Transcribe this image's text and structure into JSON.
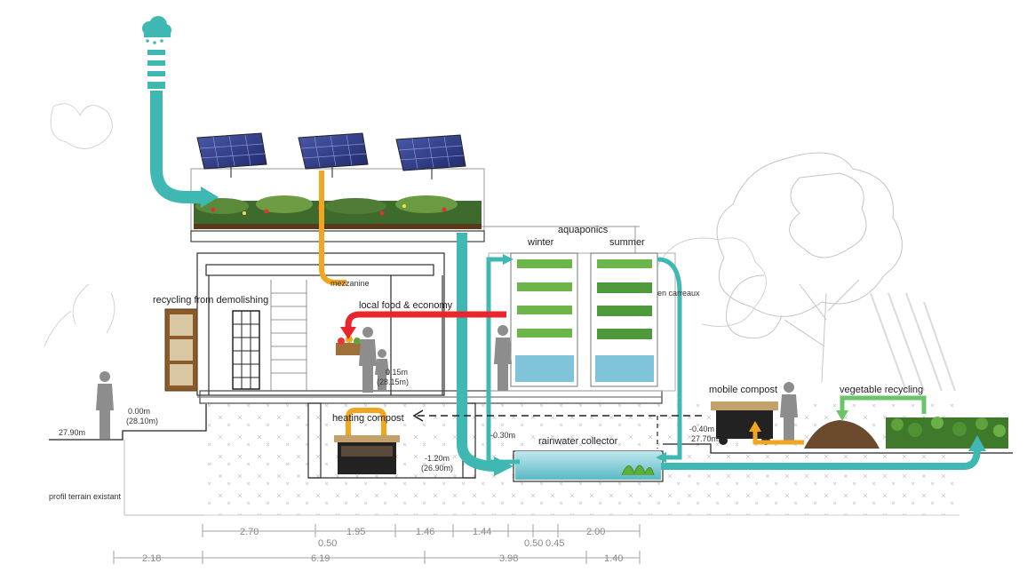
{
  "labels": {
    "aquaponics": "aquaponics",
    "winter": "winter",
    "summer": "summer",
    "mezzanine": "mezzanine",
    "recycling_from_demolishing": "recycling from demolishing",
    "local_food_economy": "local food & economy",
    "en_carreaux": "en carreaux",
    "mobile_compost": "mobile compost",
    "vegetable_recycling": "vegetable recycling",
    "heating_compost": "heating compost",
    "rainwater_collector": "rainwater collector",
    "profil_terrain_existant": "profil terrain existant"
  },
  "levels": {
    "l_2790": "27.90m",
    "l_000": "0.00m",
    "l_000_abs": "(28.10m)",
    "l_015": "0.15m",
    "l_015_abs": "(28.15m)",
    "l_030": "-0.30m",
    "l_120": "-1.20m",
    "l_120_abs": "(26.90m)",
    "l_040": "-0.40m",
    "l_2770": "27.70m"
  },
  "dimensions": {
    "row1": [
      "2.70",
      "1.95",
      "1.46",
      "1.44",
      "0.50",
      "0.45",
      "2.00"
    ],
    "row1_extra": "0.50",
    "row2": [
      "2.18",
      "6.19",
      "3.98",
      "1.40"
    ]
  },
  "colors": {
    "water": "#3fb8b3",
    "heat": "#f2a51e",
    "food": "#e8262b",
    "vegetable": "#6cc46a",
    "line": "#2c2c2c",
    "light": "#b7b7b7"
  },
  "icons": {
    "cloud": "rain-cloud-icon",
    "solar": "solar-panel-icon",
    "person": "person-silhouette-icon",
    "tree": "tree-sketch-icon"
  }
}
